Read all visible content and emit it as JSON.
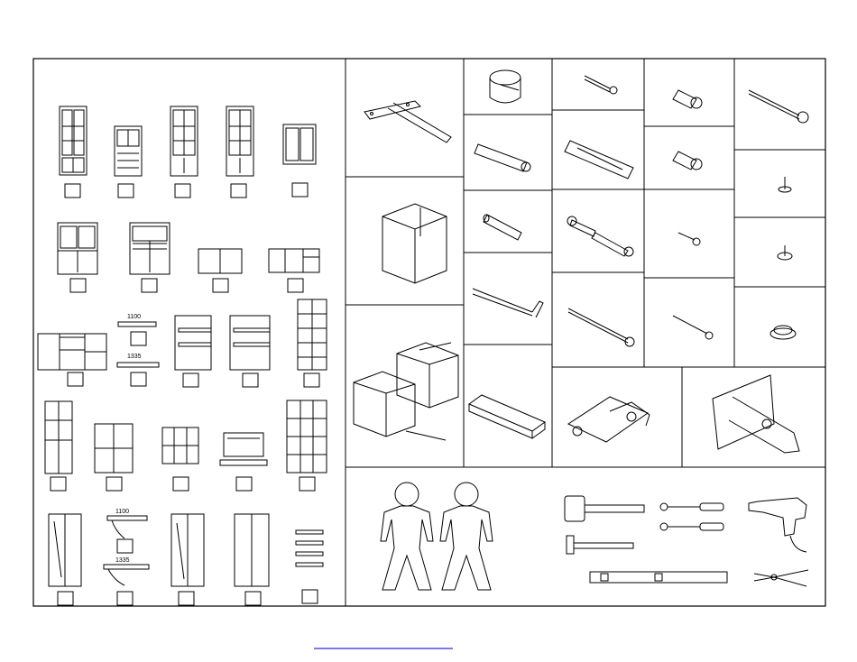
{
  "furniture": {
    "checkbox_count": 25,
    "shelf_labels": [
      "1100",
      "1335",
      "1100",
      "1335"
    ]
  },
  "colors": {
    "ink": "#000000",
    "link_underline": "#2a2af0",
    "paper": "#ffffff"
  },
  "tools": [
    "mallet-icon",
    "flat-screwdriver-icon",
    "phillips-screwdriver-icon",
    "power-drill-icon",
    "hammer-icon",
    "spirit-level-icon",
    "pliers-icon"
  ],
  "people_count": 2
}
